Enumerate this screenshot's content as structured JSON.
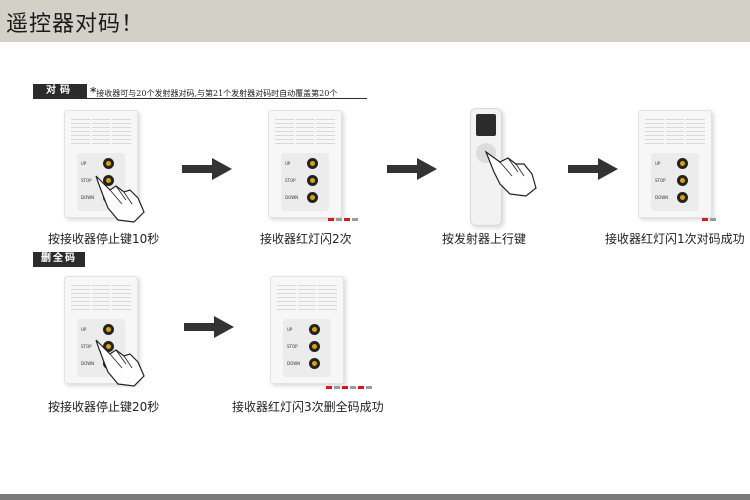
{
  "header": {
    "title": "遥控器对码！"
  },
  "section_pair": {
    "tag": "对码",
    "note_star": "*",
    "note": "接收器可与20个发射器对码,与第21个发射器对码时自动覆盖第20个",
    "steps": [
      {
        "caption": "按接收器停止键10秒"
      },
      {
        "caption": "接收器红灯闪2次"
      },
      {
        "caption": "按发射器上行键"
      },
      {
        "caption": "接收器红灯闪1次对码成功"
      }
    ]
  },
  "section_clear": {
    "tag": "删全码",
    "steps": [
      {
        "caption": "按接收器停止键20秒"
      },
      {
        "caption": "接收器红灯闪3次删全码成功"
      }
    ]
  },
  "button_labels": {
    "up": "UP",
    "stop": "STOP",
    "down": "DOWN"
  },
  "colors": {
    "header_bg": "#d3d1c7",
    "button_accent": "#d8a400",
    "led_red": "#d31b1b"
  }
}
